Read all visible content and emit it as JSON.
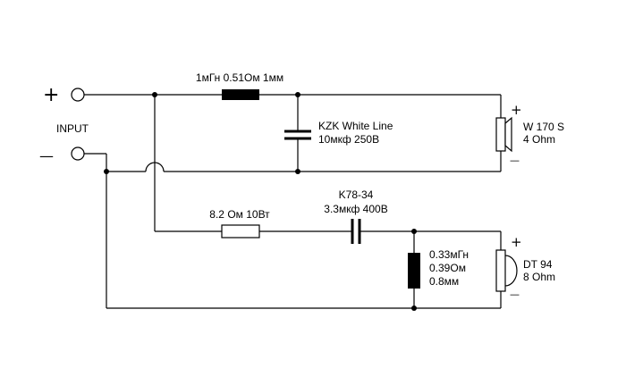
{
  "input": {
    "label": "INPUT",
    "plus": "+",
    "minus": "—"
  },
  "woofer_path": {
    "inductor_label": "1мГн 0.51Ом 1мм",
    "cap_label_line1": "KZK White Line",
    "cap_label_line2": "10мкф 250В"
  },
  "woofer": {
    "name": "W 170 S",
    "impedance": "4 Ohm",
    "plus": "+",
    "minus": "—"
  },
  "tweeter_path": {
    "resistor_label": "8.2 Ом 10Вт",
    "cap_label_line1": "K78-34",
    "cap_label_line2": "3.3мкф 400В",
    "inductor_line1": "0.33мГн",
    "inductor_line2": "0.39Ом",
    "inductor_line3": "0.8мм"
  },
  "tweeter": {
    "name": "DT 94",
    "impedance": "8 Ohm",
    "plus": "+",
    "minus": "—"
  }
}
